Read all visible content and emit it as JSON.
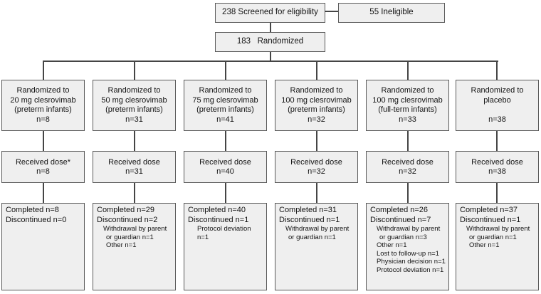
{
  "top": {
    "screened": "238 Screened for eligibility",
    "ineligible": "55 Ineligible",
    "randomized": "183   Randomized"
  },
  "arms": [
    {
      "randomized": [
        "Randomized to",
        "20 mg clesrovimab",
        "(preterm infants)",
        "n=8"
      ],
      "received": [
        "Received dose*",
        "n=8"
      ],
      "outcome": [
        "Completed n=8",
        "Discontinued n=0"
      ]
    },
    {
      "randomized": [
        "Randomized to",
        "50 mg clesrovimab",
        "(preterm infants)",
        "n=31"
      ],
      "received": [
        "Received dose",
        "n=31"
      ],
      "outcome": [
        "Completed n=29",
        "Discontinued n=2",
        "Withdrawal by parent",
        "or guardian n=1",
        "Other n=1"
      ]
    },
    {
      "randomized": [
        "Randomized to",
        "75 mg clesrovimab",
        "(preterm infants)",
        "n=41"
      ],
      "received": [
        "Received dose",
        "n=40"
      ],
      "outcome": [
        "Completed n=40",
        "Discontinued n=1",
        "Protocol deviation",
        "n=1"
      ]
    },
    {
      "randomized": [
        "Randomized to",
        "100 mg clesrovimab",
        "(preterm infants)",
        "n=32"
      ],
      "received": [
        "Received dose",
        "n=32"
      ],
      "outcome": [
        "Completed n=31",
        "Discontinued n=1",
        "Withdrawal by parent",
        "or guardian n=1"
      ]
    },
    {
      "randomized": [
        "Randomized to",
        "100 mg clesrovimab",
        "(full-term infants)",
        "n=33"
      ],
      "received": [
        "Received dose",
        "n=32"
      ],
      "outcome": [
        "Completed n=26",
        "Discontinued n=7",
        "Withdrawal by parent",
        "or guardian n=3",
        "Other n=1",
        "Lost to follow-up n=1",
        "Physician decision n=1",
        "Protocol deviation n=1"
      ]
    },
    {
      "randomized": [
        "Randomized to",
        "placebo",
        "",
        "n=38"
      ],
      "received": [
        "Received dose",
        "n=38"
      ],
      "outcome": [
        "Completed n=37",
        "Discontinued n=1",
        "Withdrawal by parent",
        "or guardian n=1",
        "Other n=1"
      ]
    }
  ],
  "colors": {
    "box_fill": "#efefef",
    "box_border": "#5a5a5a",
    "connector": "#454545"
  }
}
